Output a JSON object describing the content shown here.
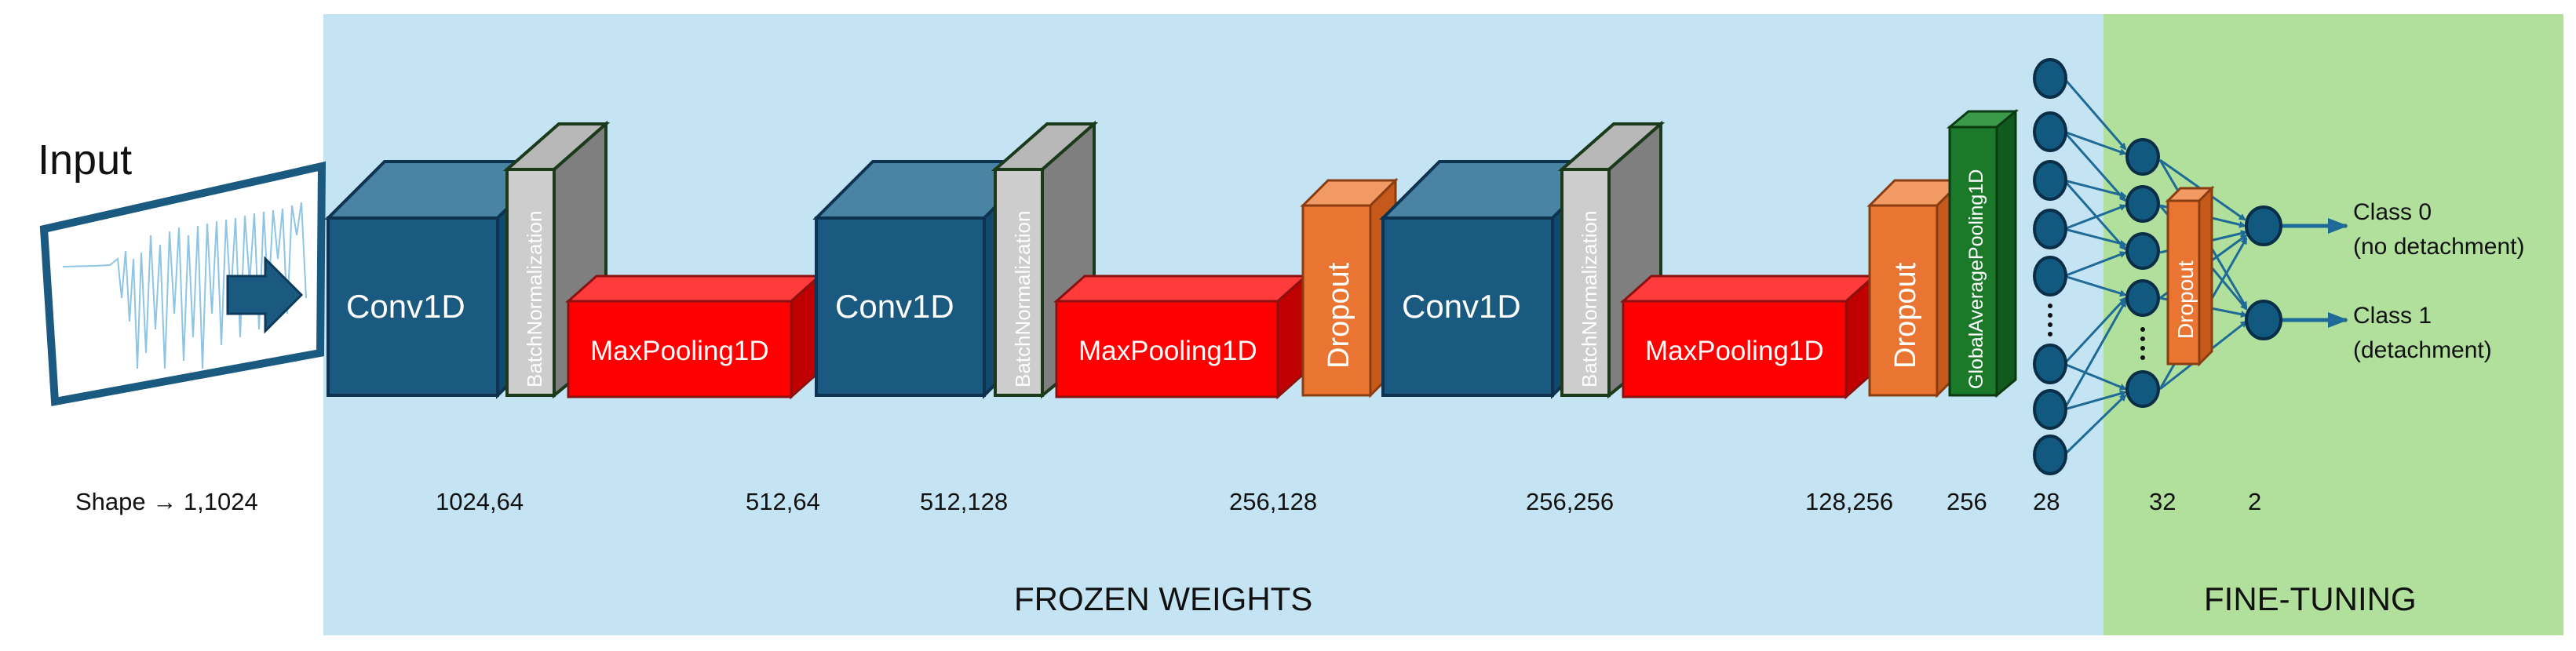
{
  "input": {
    "title": "Input",
    "shape_label": "Shape → 1,1024"
  },
  "layers": {
    "conv1": "Conv1D",
    "bn1": "BatchNormalization",
    "pool1": "MaxPooling1D",
    "conv2": "Conv1D",
    "bn2": "BatchNormalization",
    "pool2": "MaxPooling1D",
    "drop1": "Dropout",
    "conv3": "Conv1D",
    "bn3": "BatchNormalization",
    "pool3": "MaxPooling1D",
    "drop2": "Dropout",
    "gap": "GlobalAveragePooling1D",
    "drop3": "Dropout"
  },
  "shapes": {
    "s1": "1024,64",
    "s2": "512,64",
    "s3": "512,128",
    "s4": "256,128",
    "s5": "256,256",
    "s6": "128,256",
    "s7": "256",
    "s8": "28",
    "s9": "32",
    "s10": "2"
  },
  "outputs": {
    "class0_title": "Class 0",
    "class0_desc": "(no detachment)",
    "class1_title": "Class 1",
    "class1_desc": "(detachment)"
  },
  "regions": {
    "frozen": "FROZEN WEIGHTS",
    "finetune": "FINE-TUNING"
  },
  "colors": {
    "frozen_bg": "#c4e4f4",
    "finetune_bg": "#b0e09c",
    "conv": "#1a5a80",
    "batchnorm": "#c8c8c8",
    "maxpool": "#ff0000",
    "dropout": "#ea7432",
    "gap": "#1a7a2a",
    "neuron": "#12597f"
  }
}
